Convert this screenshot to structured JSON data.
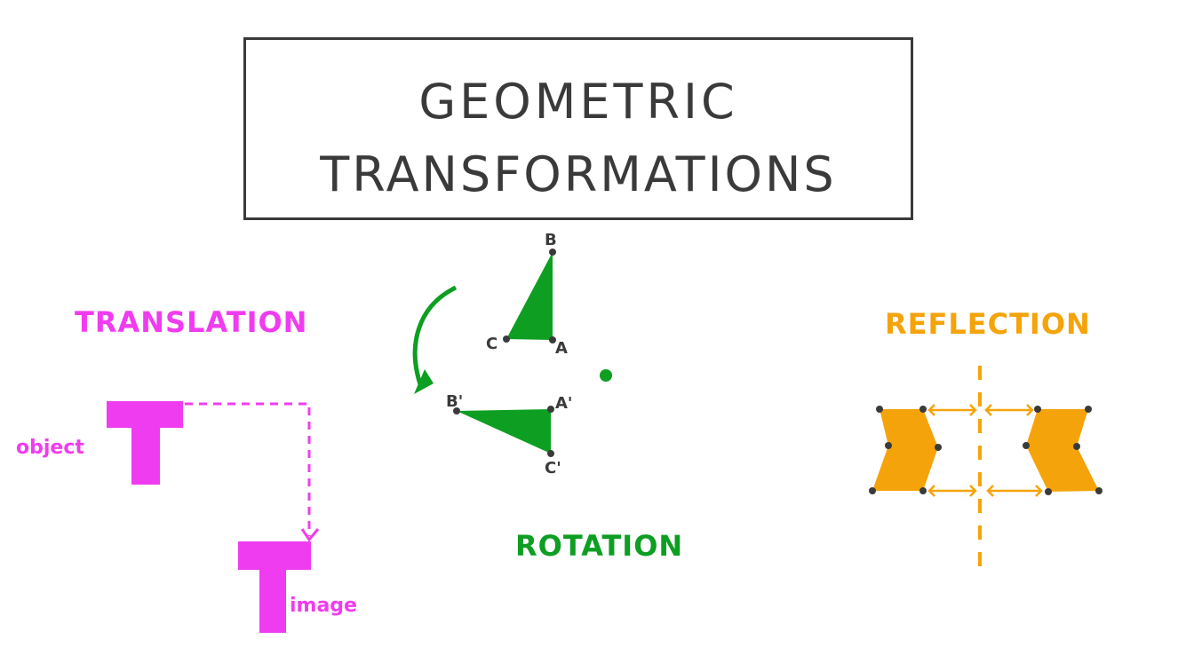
{
  "title": {
    "line1": "GEOMETRIC",
    "line2": "TRANSFORMATIONS"
  },
  "translation": {
    "heading": "TRANSLATION",
    "object_label": "object",
    "image_label": "image",
    "color": "#f03cf0"
  },
  "rotation": {
    "heading": "ROTATION",
    "vertices": [
      "B",
      "C",
      "A",
      "B'",
      "A'",
      "C'"
    ],
    "color": "#0d9e22"
  },
  "reflection": {
    "heading": "REFLECTION",
    "color": "#f5a30a"
  }
}
